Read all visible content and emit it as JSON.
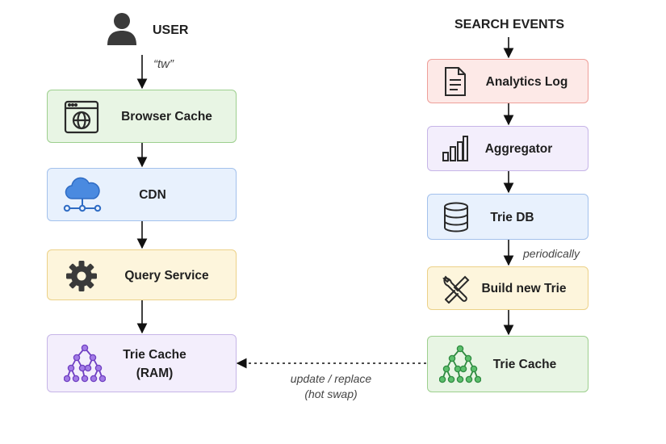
{
  "left": {
    "user_label": "USER",
    "query_label": "“tw”",
    "nodes": {
      "browser_cache": "Browser Cache",
      "cdn": "CDN",
      "query_service": "Query Service",
      "trie_cache_line1": "Trie Cache",
      "trie_cache_line2": "(RAM)"
    }
  },
  "right": {
    "heading": "SEARCH EVENTS",
    "nodes": {
      "analytics_log": "Analytics Log",
      "aggregator": "Aggregator",
      "trie_db": "Trie DB",
      "build_new_trie": "Build new Trie",
      "trie_cache": "Trie Cache"
    },
    "periodic_label": "periodically"
  },
  "link": {
    "line1": "update / replace",
    "line2": "(hot swap)"
  },
  "icons": {
    "user": "user-icon",
    "browser": "browser-globe-icon",
    "cdn": "cloud-network-icon",
    "query": "gear-icon",
    "trie_left": "tree-icon",
    "analytics": "document-icon",
    "aggregator": "bar-chart-icon",
    "trie_db": "database-icon",
    "build": "tools-icon",
    "trie_right": "tree-icon"
  },
  "colors": {
    "green": "#e8f5e4",
    "blue": "#e8f1fd",
    "yellow": "#fdf5dc",
    "purple": "#f3eefc",
    "red": "#fde9e7",
    "cdn_icon": "#3b7fd9",
    "tree_left": "#8a55d6",
    "tree_right": "#3e9c4f"
  }
}
